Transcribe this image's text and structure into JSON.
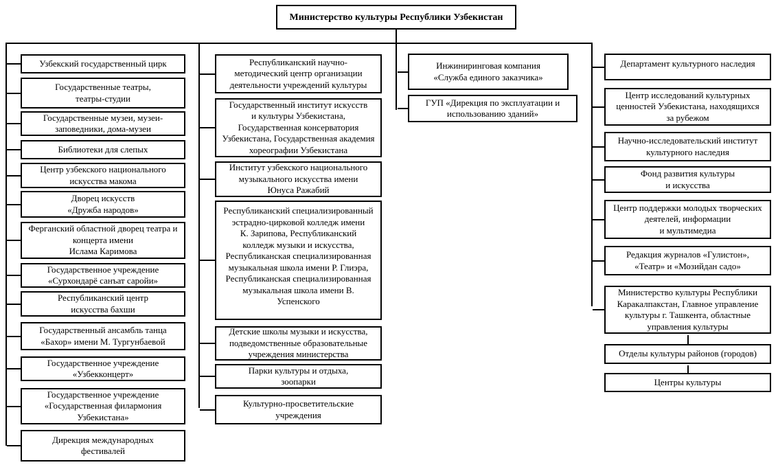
{
  "title": "Министерство культуры Республики Узбекистан",
  "columns": {
    "arts": [
      "Узбекский государственный цирк",
      "Государственные театры,\nтеатры-студии",
      "Государственные музеи, музеи-\nзаповедники, дома-музеи",
      "Библиотеки для слепых",
      "Центр узбекского национального\nискусства макома",
      "Дворец искусств\n«Дружба народов»",
      "Ферганский областной дворец театра и\nконцерта имени\nИслама Каримова",
      "Государственное учреждение\n«Сурхондарё санъат саройи»",
      "Республиканский центр\nискусства бахши",
      "Государственный ансамбль танца\n«Бахор» имени М. Тургунбаевой",
      "Государственное учреждение\n«Узбекконцерт»",
      "Государственное учреждение\n«Государственная филармония\nУзбекистана»",
      "Дирекция международных\nфестивалей"
    ],
    "education": [
      "Республиканский научно-\nметодический центр организации\nдеятельности учреждений культуры",
      "Государственный институт искусств\nи культуры Узбекистана,\nГосударственная консерватория\nУзбекистана, Государственная академия\nхореографии Узбекистана",
      "Институт узбекского национального\nмузыкального искусства имени\nЮнуса Ражабий",
      "Республиканский специализированный\nэстрадно-цирковой колледж имени\nК. Зарипова, Республиканский\nколледж музыки и искусства,\nРеспубликанская специализированная\nмузыкальная школа имени Р. Глиэра,\nРеспубликанская специализированная\nмузыкальная школа имени В.\nУспенского",
      "Детские школы музыки и искусства,\nподведомственные образовательные\nучреждения министерства",
      "Парки культуры и отдыха,\nзоопарки",
      "Культурно-просветительские\nучреждения"
    ],
    "engineering": [
      "Инжиниринговая компания\n«Служба единого заказчика»",
      "ГУП «Дирекция по эксплуатации и\nиспользованию зданий»"
    ],
    "heritage": [
      "Департамент культурного наследия",
      "Центр исследований культурных\nценностей Узбекистана, находящихся\nза рубежом",
      "Научно-исследовательский институт\nкультурного наследия",
      "Фонд развития культуры\nи искусства",
      "Центр поддержки молодых творческих\nдеятелей, информации\nи мультимедиа",
      "Редакция журналов «Гулистон»,\n«Театр» и «Мозийдан садо»",
      "Министерство культуры Республики\nКаракалпакстан, Главное управление\nкультуры г. Ташкента, областные\nуправления культуры",
      "Отделы культуры районов (городов)",
      "Центры культуры"
    ]
  },
  "colors": {
    "line": "#000000",
    "background": "#ffffff"
  }
}
